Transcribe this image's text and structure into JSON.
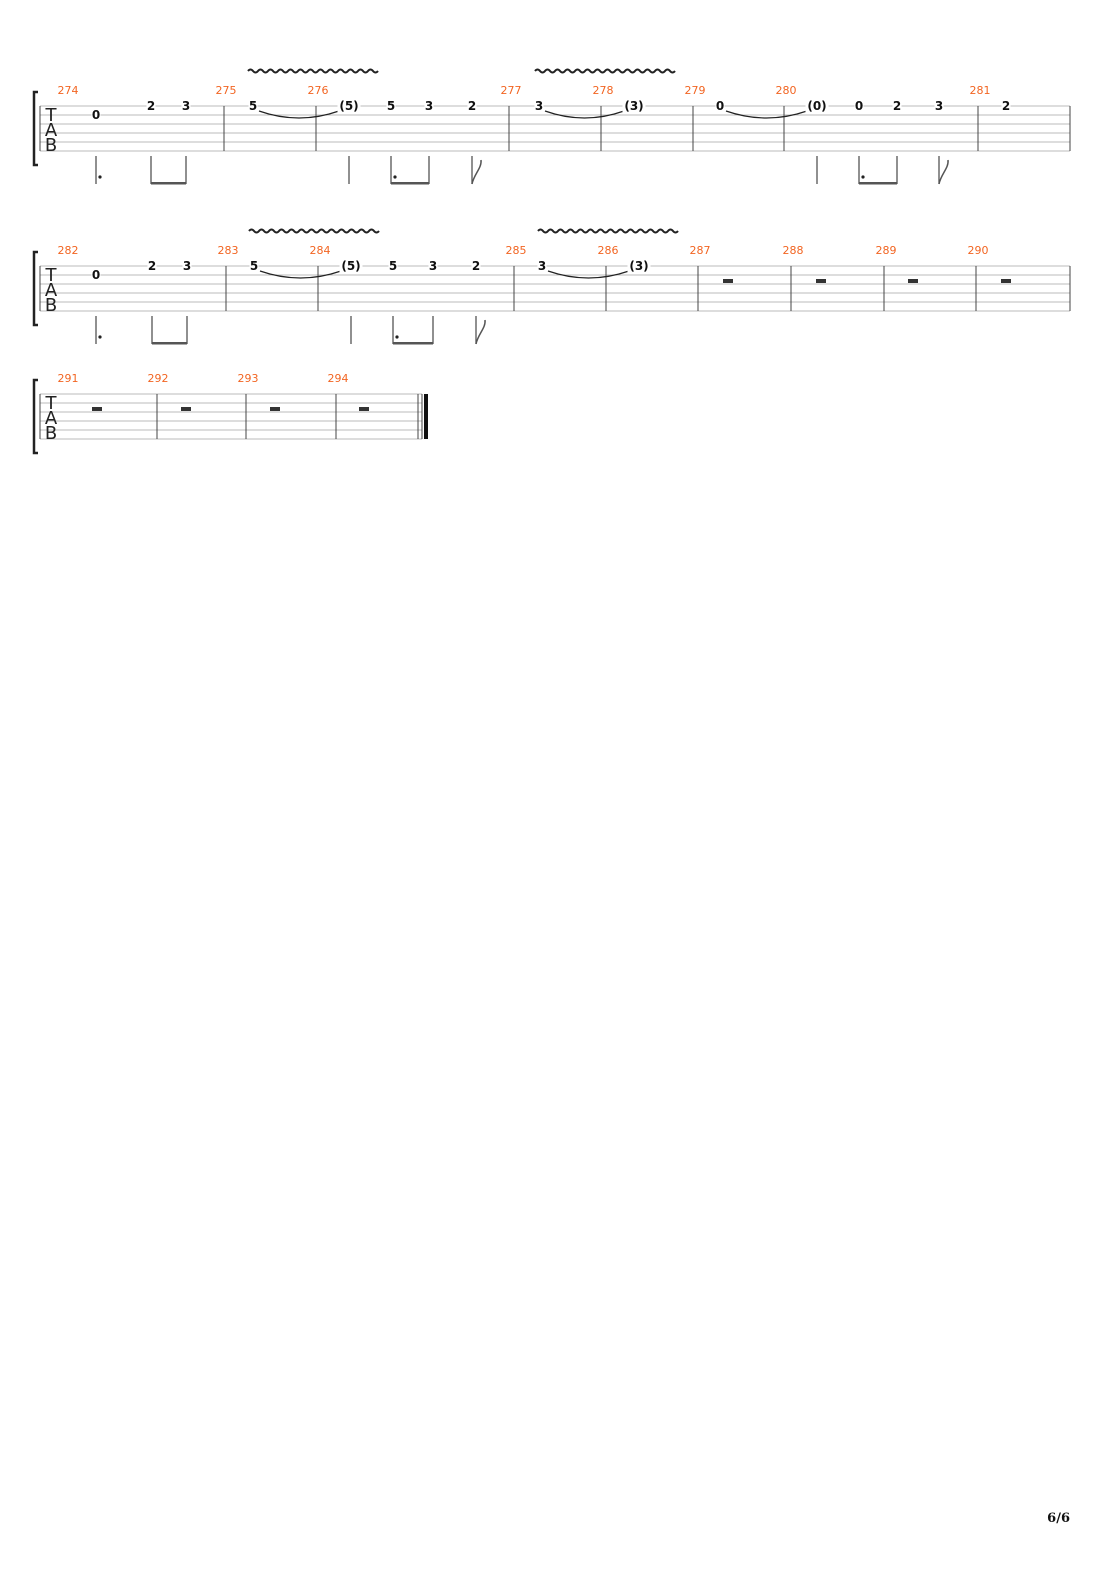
{
  "page": {
    "number": "6/6"
  },
  "clef": [
    "T",
    "A",
    "B"
  ],
  "colors": {
    "bar_number": "#f26522",
    "staff_line": "#bbbbbb",
    "fret": "#111111",
    "stem": "#555555",
    "rest": "#333333"
  },
  "systems": [
    {
      "measures": [
        {
          "number": "274",
          "notes": [
            {
              "fret": "0",
              "string": 2,
              "duration": "dotted-quarter"
            },
            {
              "fret": "2",
              "string": 1,
              "duration": "eighth"
            },
            {
              "fret": "3",
              "string": 1,
              "duration": "eighth"
            }
          ]
        },
        {
          "number": "275",
          "notes": [
            {
              "fret": "5",
              "string": 1,
              "tie_to_next": true,
              "vibrato": true
            }
          ]
        },
        {
          "number": "276",
          "notes": [
            {
              "fret": "(5)",
              "string": 1,
              "tied": true,
              "duration": "quarter"
            },
            {
              "fret": "5",
              "string": 1,
              "duration": "dotted-eighth"
            },
            {
              "fret": "3",
              "string": 1,
              "duration": "sixteenth"
            },
            {
              "fret": "2",
              "string": 1,
              "duration": "eighth"
            }
          ]
        },
        {
          "number": "277",
          "notes": [
            {
              "fret": "3",
              "string": 1,
              "tie_to_next": true,
              "vibrato": true
            }
          ]
        },
        {
          "number": "278",
          "notes": [
            {
              "fret": "(3)",
              "string": 1,
              "tied": true
            }
          ]
        },
        {
          "number": "279",
          "notes": [
            {
              "fret": "0",
              "string": 1,
              "tie_to_next": true
            }
          ]
        },
        {
          "number": "280",
          "notes": [
            {
              "fret": "(0)",
              "string": 1,
              "tied": true,
              "duration": "quarter"
            },
            {
              "fret": "0",
              "string": 1,
              "duration": "dotted-eighth"
            },
            {
              "fret": "2",
              "string": 1,
              "duration": "sixteenth"
            },
            {
              "fret": "3",
              "string": 1,
              "duration": "eighth"
            }
          ]
        },
        {
          "number": "281",
          "notes": [
            {
              "fret": "2",
              "string": 1
            }
          ]
        }
      ]
    },
    {
      "measures": [
        {
          "number": "282",
          "notes": [
            {
              "fret": "0",
              "string": 2,
              "duration": "dotted-quarter"
            },
            {
              "fret": "2",
              "string": 1,
              "duration": "eighth"
            },
            {
              "fret": "3",
              "string": 1,
              "duration": "eighth"
            }
          ]
        },
        {
          "number": "283",
          "notes": [
            {
              "fret": "5",
              "string": 1,
              "tie_to_next": true,
              "vibrato": true
            }
          ]
        },
        {
          "number": "284",
          "notes": [
            {
              "fret": "(5)",
              "string": 1,
              "tied": true,
              "duration": "quarter"
            },
            {
              "fret": "5",
              "string": 1,
              "duration": "dotted-eighth"
            },
            {
              "fret": "3",
              "string": 1,
              "duration": "sixteenth"
            },
            {
              "fret": "2",
              "string": 1,
              "duration": "eighth"
            }
          ]
        },
        {
          "number": "285",
          "notes": [
            {
              "fret": "3",
              "string": 1,
              "tie_to_next": true,
              "vibrato": true
            }
          ]
        },
        {
          "number": "286",
          "notes": [
            {
              "fret": "(3)",
              "string": 1,
              "tied": true
            }
          ]
        },
        {
          "number": "287",
          "rest": "whole"
        },
        {
          "number": "288",
          "rest": "whole"
        },
        {
          "number": "289",
          "rest": "whole"
        },
        {
          "number": "290",
          "rest": "whole"
        }
      ]
    },
    {
      "final_barline": true,
      "measures": [
        {
          "number": "291",
          "rest": "whole"
        },
        {
          "number": "292",
          "rest": "whole"
        },
        {
          "number": "293",
          "rest": "whole"
        },
        {
          "number": "294",
          "rest": "whole"
        }
      ]
    }
  ]
}
